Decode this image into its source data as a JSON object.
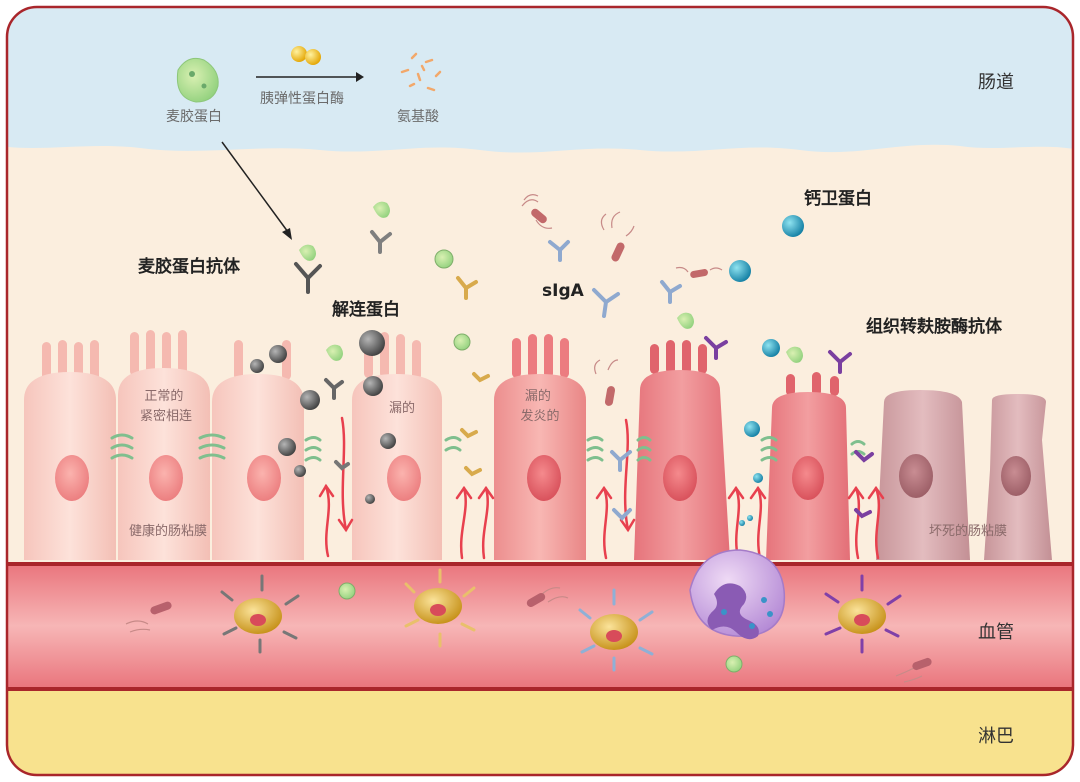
{
  "zones": {
    "gut": "肠道",
    "vessel": "血管",
    "lymph": "淋巴"
  },
  "reaction": {
    "gliadin": "麦胶蛋白",
    "enzyme": "胰弹性蛋白酶",
    "amino_acids": "氨基酸"
  },
  "labels": {
    "gliadin_antibody": "麦胶蛋白抗体",
    "zonulin": "解连蛋白",
    "siga": "sIgA",
    "calprotectin": "钙卫蛋白",
    "ttg_antibody": "组织转麸胺酶抗体"
  },
  "cells": {
    "normal_tight": "正常的\n紧密相连",
    "leaky": "漏的",
    "leaky_inflamed": "漏的\n发炎的",
    "healthy_mucosa": "健康的肠粘膜",
    "dead_mucosa": "坏死的肠粘膜"
  },
  "colors": {
    "gut_lumen": "#d8eaf3",
    "mucus": "#fbeede",
    "vessel": "#ee8f95",
    "lymph": "#f8e28e",
    "border": "#a9262b"
  }
}
